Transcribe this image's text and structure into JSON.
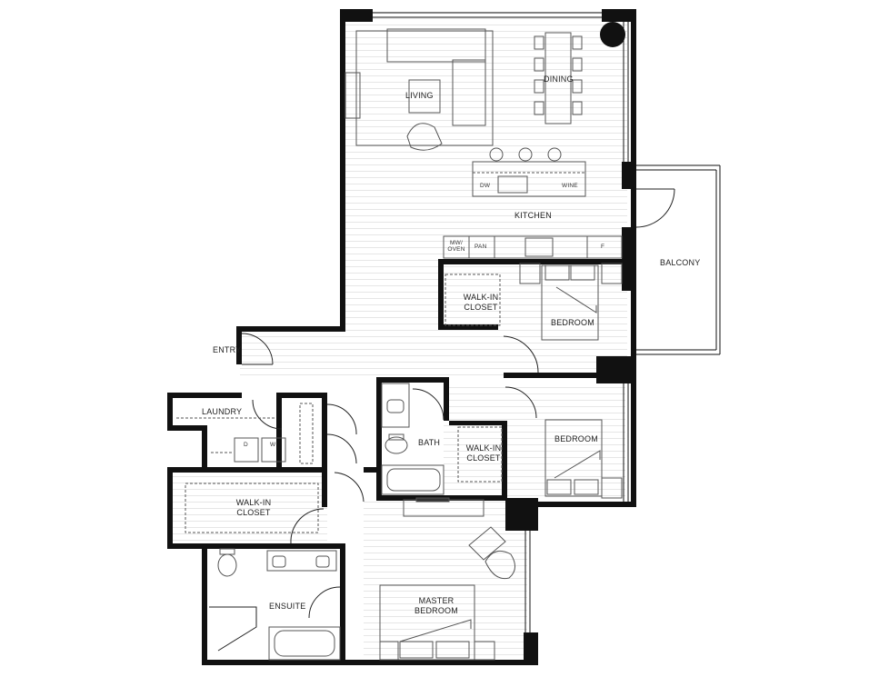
{
  "rooms": {
    "living": "LIVING",
    "dining": "DINING",
    "kitchen": "KITCHEN",
    "balcony": "BALCONY",
    "entry": "ENTRY",
    "laundry": "LAUNDRY",
    "walkin_closet_1": "WALK-IN CLOSET",
    "bedroom_1": "BEDROOM",
    "walkin_closet_2": "WALK-IN CLOSET",
    "bedroom_2": "BEDROOM",
    "bath": "BATH",
    "walkin_closet_3": "WALK-IN CLOSET",
    "ensuite": "ENSUITE",
    "master_bedroom": "MASTER BEDROOM"
  },
  "fixtures": {
    "dishwasher": "DW",
    "wine": "WINE",
    "microwave_oven": "MW/ OVEN",
    "pantry": "PAN",
    "fridge": "F",
    "dryer": "D",
    "washer": "W"
  },
  "colors": {
    "wall": "#111111",
    "floor_line": "#e6e6e6",
    "furniture_line": "#555555"
  }
}
